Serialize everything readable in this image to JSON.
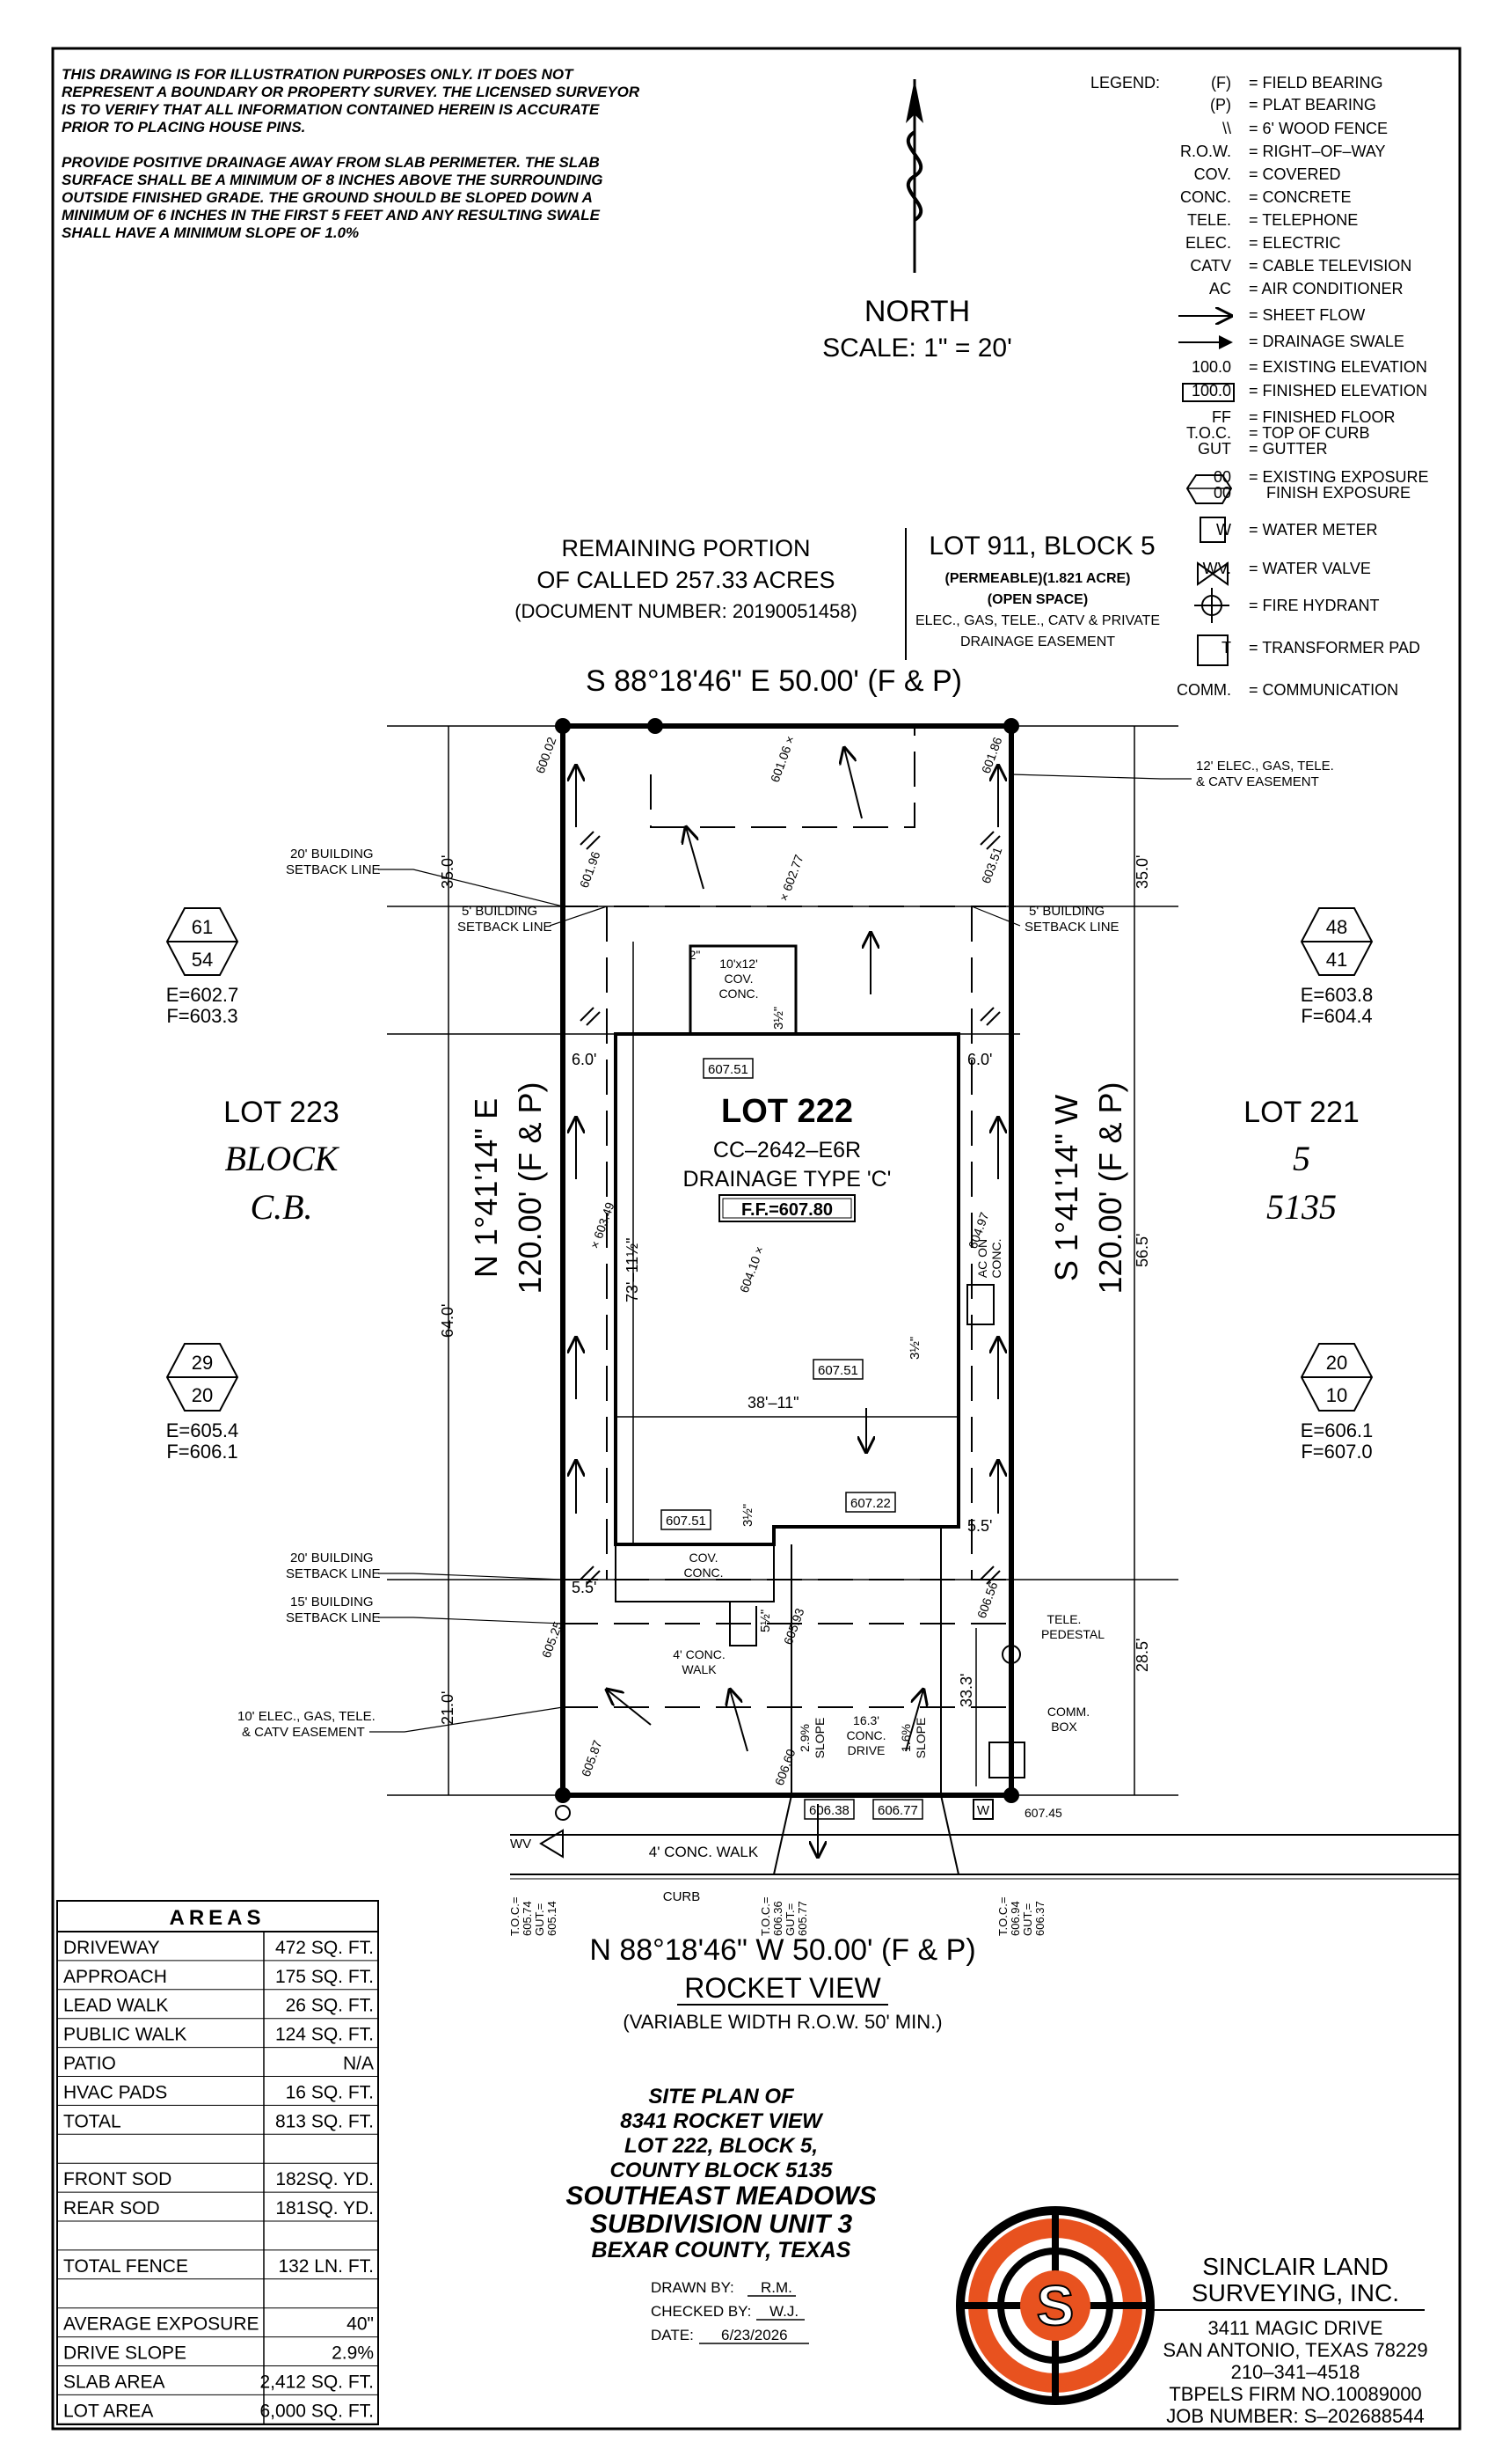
{
  "notes": [
    "THIS DRAWING IS FOR ILLUSTRATION PURPOSES ONLY. IT DOES NOT",
    "REPRESENT A BOUNDARY OR PROPERTY SURVEY. THE LICENSED SURVEYOR",
    "IS TO VERIFY THAT ALL INFORMATION CONTAINED HEREIN IS ACCURATE",
    "PRIOR TO PLACING HOUSE PINS.",
    "PROVIDE POSITIVE DRAINAGE AWAY FROM SLAB PERIMETER. THE SLAB",
    "SURFACE SHALL BE A MINIMUM OF 8 INCHES ABOVE THE SURROUNDING",
    "OUTSIDE FINISHED GRADE. THE GROUND SHOULD BE SLOPED DOWN A",
    "MINIMUM OF 6 INCHES IN THE FIRST 5 FEET AND ANY RESULTING SWALE",
    "SHALL HAVE A MINIMUM SLOPE OF 1.0%"
  ],
  "north": {
    "label": "NORTH",
    "scale": "SCALE:  1\"  =  20'"
  },
  "legend": {
    "title": "LEGEND:",
    "items": [
      {
        "sym": "(F)",
        "desc": "= FIELD BEARING"
      },
      {
        "sym": "(P)",
        "desc": "= PLAT BEARING"
      },
      {
        "sym": "\\\\",
        "desc": "= 6' WOOD FENCE"
      },
      {
        "sym": "R.O.W.",
        "desc": "= RIGHT–OF–WAY"
      },
      {
        "sym": "COV.",
        "desc": "= COVERED"
      },
      {
        "sym": "CONC.",
        "desc": "= CONCRETE"
      },
      {
        "sym": "TELE.",
        "desc": "= TELEPHONE"
      },
      {
        "sym": "ELEC.",
        "desc": "= ELECTRIC"
      },
      {
        "sym": "CATV",
        "desc": "= CABLE TELEVISION"
      },
      {
        "sym": "AC",
        "desc": "= AIR CONDITIONER"
      },
      {
        "sym": "",
        "desc": "= SHEET FLOW"
      },
      {
        "sym": "",
        "desc": "= DRAINAGE SWALE"
      },
      {
        "sym": "100.0",
        "desc": "= EXISTING ELEVATION"
      },
      {
        "sym": "100.0",
        "desc": "= FINISHED ELEVATION"
      },
      {
        "sym": "FF",
        "desc": "= FINISHED FLOOR"
      },
      {
        "sym": "T.O.C.",
        "desc": "= TOP OF CURB"
      },
      {
        "sym": "GUT",
        "desc": "= GUTTER"
      },
      {
        "sym": "00",
        "desc": "= EXISTING EXPOSURE"
      },
      {
        "sym": "00",
        "desc": "FINISH EXPOSURE"
      },
      {
        "sym": "W",
        "desc": "= WATER METER"
      },
      {
        "sym": "WV.",
        "desc": "= WATER VALVE"
      },
      {
        "sym": "",
        "desc": "= FIRE HYDRANT"
      },
      {
        "sym": "T",
        "desc": "= TRANSFORMER PAD"
      },
      {
        "sym": "COMM.",
        "desc": "= COMMUNICATION"
      }
    ]
  },
  "adjacent": {
    "remaining": [
      "REMAINING PORTION",
      "OF CALLED 257.33 ACRES",
      "(DOCUMENT NUMBER: 20190051458)"
    ],
    "lot911": [
      "LOT 911, BLOCK 5",
      "(PERMEABLE)(1.821 ACRE)",
      "(OPEN SPACE)",
      "ELEC., GAS, TELE., CATV & PRIVATE",
      "DRAINAGE EASEMENT"
    ],
    "lot223": [
      "LOT 223",
      "BLOCK",
      "C.B."
    ],
    "lot221": [
      "LOT 221",
      "5",
      "5135"
    ]
  },
  "bearings": {
    "north": "S 88°18'46\" E 50.00' (F & P)",
    "south": "N 88°18'46\" W 50.00' (F & P)",
    "west_a": "N 1°41'14\" E",
    "west_b": "120.00' (F & P)",
    "east_a": "S 1°41'14\" W",
    "east_b": "120.00' (F & P)"
  },
  "street": {
    "name": "ROCKET VIEW",
    "row": "(VARIABLE WIDTH R.O.W. 50' MIN.)",
    "walk": "4' CONC. WALK",
    "curb": "CURB"
  },
  "lot": {
    "name": "LOT 222",
    "plan": "CC–2642–E6R",
    "drainage": "DRAINAGE TYPE 'C'",
    "ff": "F.F.=607.80"
  },
  "exposures": [
    {
      "top": "61",
      "bottom": "54",
      "e": "E=602.7",
      "f": "F=603.3"
    },
    {
      "top": "48",
      "bottom": "41",
      "e": "E=603.8",
      "f": "F=604.4"
    },
    {
      "top": "29",
      "bottom": "20",
      "e": "E=605.4",
      "f": "F=606.1"
    },
    {
      "top": "20",
      "bottom": "10",
      "e": "E=606.1",
      "f": "F=607.0"
    }
  ],
  "labels": {
    "setback20": [
      "20' BUILDING",
      "SETBACK LINE"
    ],
    "setback5l": [
      "5' BUILDING",
      "SETBACK LINE"
    ],
    "setback5r": [
      "5' BUILDING",
      "SETBACK LINE"
    ],
    "setback20b": [
      "20' BUILDING",
      "SETBACK LINE"
    ],
    "setback15": [
      "15' BUILDING",
      "SETBACK LINE"
    ],
    "easement12": [
      "12' ELEC., GAS, TELE.",
      "& CATV EASEMENT"
    ],
    "easement10": [
      "10' ELEC., GAS, TELE.",
      "& CATV EASEMENT"
    ],
    "covtop": [
      "10'x12'",
      "COV.",
      "CONC."
    ],
    "covbot": [
      "COV.",
      "CONC."
    ],
    "walk4": [
      "4' CONC.",
      "WALK"
    ],
    "drive": [
      "16.3'",
      "CONC.",
      "DRIVE"
    ],
    "slope1": [
      "2.9%",
      "SLOPE"
    ],
    "slope2": [
      "1.6%",
      "SLOPE"
    ],
    "acpad": [
      "AC ON",
      "CONC."
    ],
    "tele": [
      "TELE.",
      "PEDESTAL"
    ],
    "comm": [
      "COMM.",
      "BOX"
    ],
    "wv": "WV",
    "w": "W",
    "two": "2\""
  },
  "dims": {
    "d35l": "35.0'",
    "d35r": "35.0'",
    "d64": "64.0'",
    "d565": "56.5'",
    "d21": "21.0'",
    "d285": "28.5'",
    "d60l": "6.0'",
    "d60r": "6.0'",
    "d55l": "5.5'",
    "d55r": "5.5'",
    "d333": "33.3'",
    "d7311": "73'–11½\"",
    "d3811": "38'–11\"",
    "d312a": "3½\"",
    "d312b": "3½\"",
    "d312c": "3½\"",
    "d512": "5½\""
  },
  "elevations": [
    "600.02",
    "601.06 ×",
    "601.86",
    "601.96",
    "× 602.77",
    "603.51",
    "× 603.49",
    "604.10 ×",
    "604.97",
    "605.93",
    "606.56",
    "605.25",
    "605.87",
    "606.60",
    "607.45"
  ],
  "finished": [
    "607.51",
    "607.51",
    "607.51",
    "607.22",
    "606.38",
    "606.77"
  ],
  "toc": [
    [
      "T.O.C.=",
      "605.74",
      "GUT.=",
      "605.14"
    ],
    [
      "T.O.C.=",
      "606.36",
      "GUT.=",
      "605.77"
    ],
    [
      "T.O.C.=",
      "606.94",
      "GUT.=",
      "606.37"
    ]
  ],
  "areas": {
    "title": "AREAS",
    "rows": [
      {
        "label": "DRIVEWAY",
        "value": "472 SQ. FT."
      },
      {
        "label": "APPROACH",
        "value": "175 SQ. FT."
      },
      {
        "label": "LEAD WALK",
        "value": "26 SQ. FT."
      },
      {
        "label": "PUBLIC WALK",
        "value": "124 SQ. FT."
      },
      {
        "label": "PATIO",
        "value": "N/A"
      },
      {
        "label": "HVAC PADS",
        "value": "16 SQ. FT."
      },
      {
        "label": "TOTAL",
        "value": "813 SQ. FT."
      },
      {
        "label": "",
        "value": ""
      },
      {
        "label": "FRONT SOD",
        "value": "182SQ. YD."
      },
      {
        "label": "REAR SOD",
        "value": "181SQ. YD."
      },
      {
        "label": "",
        "value": ""
      },
      {
        "label": "TOTAL FENCE",
        "value": "132 LN. FT."
      },
      {
        "label": "",
        "value": ""
      },
      {
        "label": "AVERAGE EXPOSURE",
        "value": "40\""
      },
      {
        "label": "DRIVE SLOPE",
        "value": "2.9%"
      },
      {
        "label": "SLAB AREA",
        "value": "2,412 SQ. FT."
      },
      {
        "label": "LOT AREA",
        "value": "6,000 SQ. FT."
      }
    ]
  },
  "title_block": {
    "lines": [
      "SITE PLAN OF",
      "8341 ROCKET VIEW",
      "LOT 222, BLOCK 5,",
      "COUNTY BLOCK 5135",
      "SOUTHEAST MEADOWS",
      "SUBDIVISION UNIT 3",
      "BEXAR COUNTY, TEXAS"
    ],
    "drawn_label": "DRAWN BY:",
    "drawn": "R.M.",
    "checked_label": "CHECKED BY:",
    "checked": "W.J.",
    "date_label": "DATE:",
    "date": "6/23/2026"
  },
  "company": {
    "name1": "SINCLAIR LAND",
    "name2": "SURVEYING, INC.",
    "addr1": "3411 MAGIC DRIVE",
    "addr2": "SAN ANTONIO, TEXAS 78229",
    "phone": "210–341–4518",
    "firm": "TBPELS FIRM NO.10089000",
    "job": "JOB NUMBER:   S–202688544",
    "logo_letter": "S",
    "brand_color": "#e8521f"
  }
}
